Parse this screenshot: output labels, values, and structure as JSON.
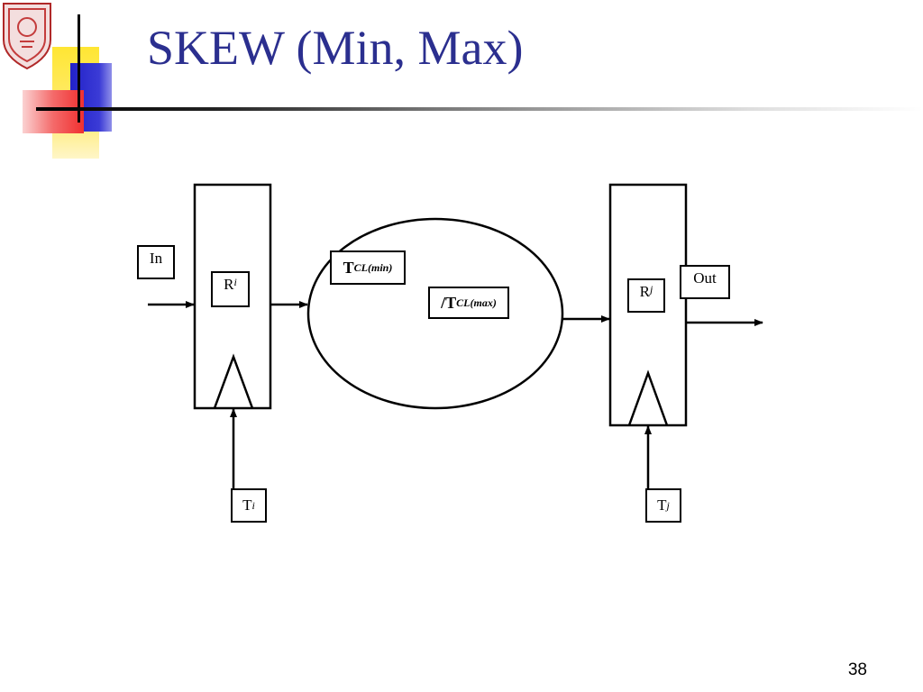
{
  "slide": {
    "title": "SKEW (Min, Max)",
    "page_number": "38"
  },
  "diagram": {
    "input_label": "In",
    "output_label": "Out",
    "register_i": {
      "letter": "R",
      "sub": "i"
    },
    "register_j": {
      "letter": "R",
      "sub": "j"
    },
    "clock_i": {
      "letter": "T",
      "sub": "i"
    },
    "clock_j": {
      "letter": "T",
      "sub": "j"
    },
    "delay_min": {
      "prefix": "",
      "letter": "T",
      "sub": "CL(min)"
    },
    "delay_max": {
      "prefix": "/",
      "letter": "T",
      "sub": "CL(max)"
    }
  },
  "colors": {
    "title": "#2b2f8f",
    "deco_yellow": "#ffe033",
    "deco_blue": "#2929c9",
    "deco_red": "#f23a3a"
  },
  "icons": {
    "logo": "university-seal-icon"
  }
}
